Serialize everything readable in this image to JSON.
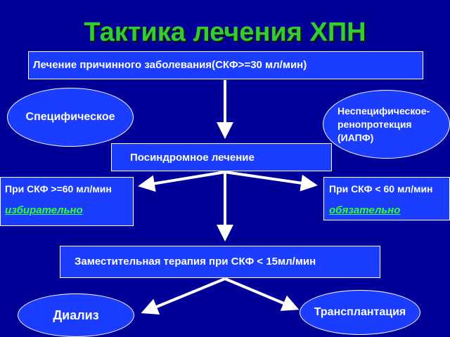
{
  "title": "Тактика лечения ХПН",
  "nodes": {
    "causal_treatment": "Лечение причинного заболевания(СКФ>=30 мл/мин)",
    "specific": "Специфическое",
    "nonspecific": "Неспецифическое-\nренопротекция\n(ИАПФ)",
    "syndromic": "Посиндромное лечение",
    "gfr_high_label": "При СКФ >=60 мл/мин",
    "gfr_high_note": "избирательно",
    "gfr_low_label": "При СКФ < 60 мл/мин",
    "gfr_low_note": "обязательно",
    "replacement": "Заместительная терапия при  СКФ < 15мл/мин",
    "dialysis": "Диализ",
    "transplant": "Трансплантация"
  },
  "colors": {
    "background": "#000099",
    "title": "#33cc33",
    "box_fill": "#1a3dff",
    "emphasis": "#33ff33",
    "arrow": "#ffffff"
  }
}
